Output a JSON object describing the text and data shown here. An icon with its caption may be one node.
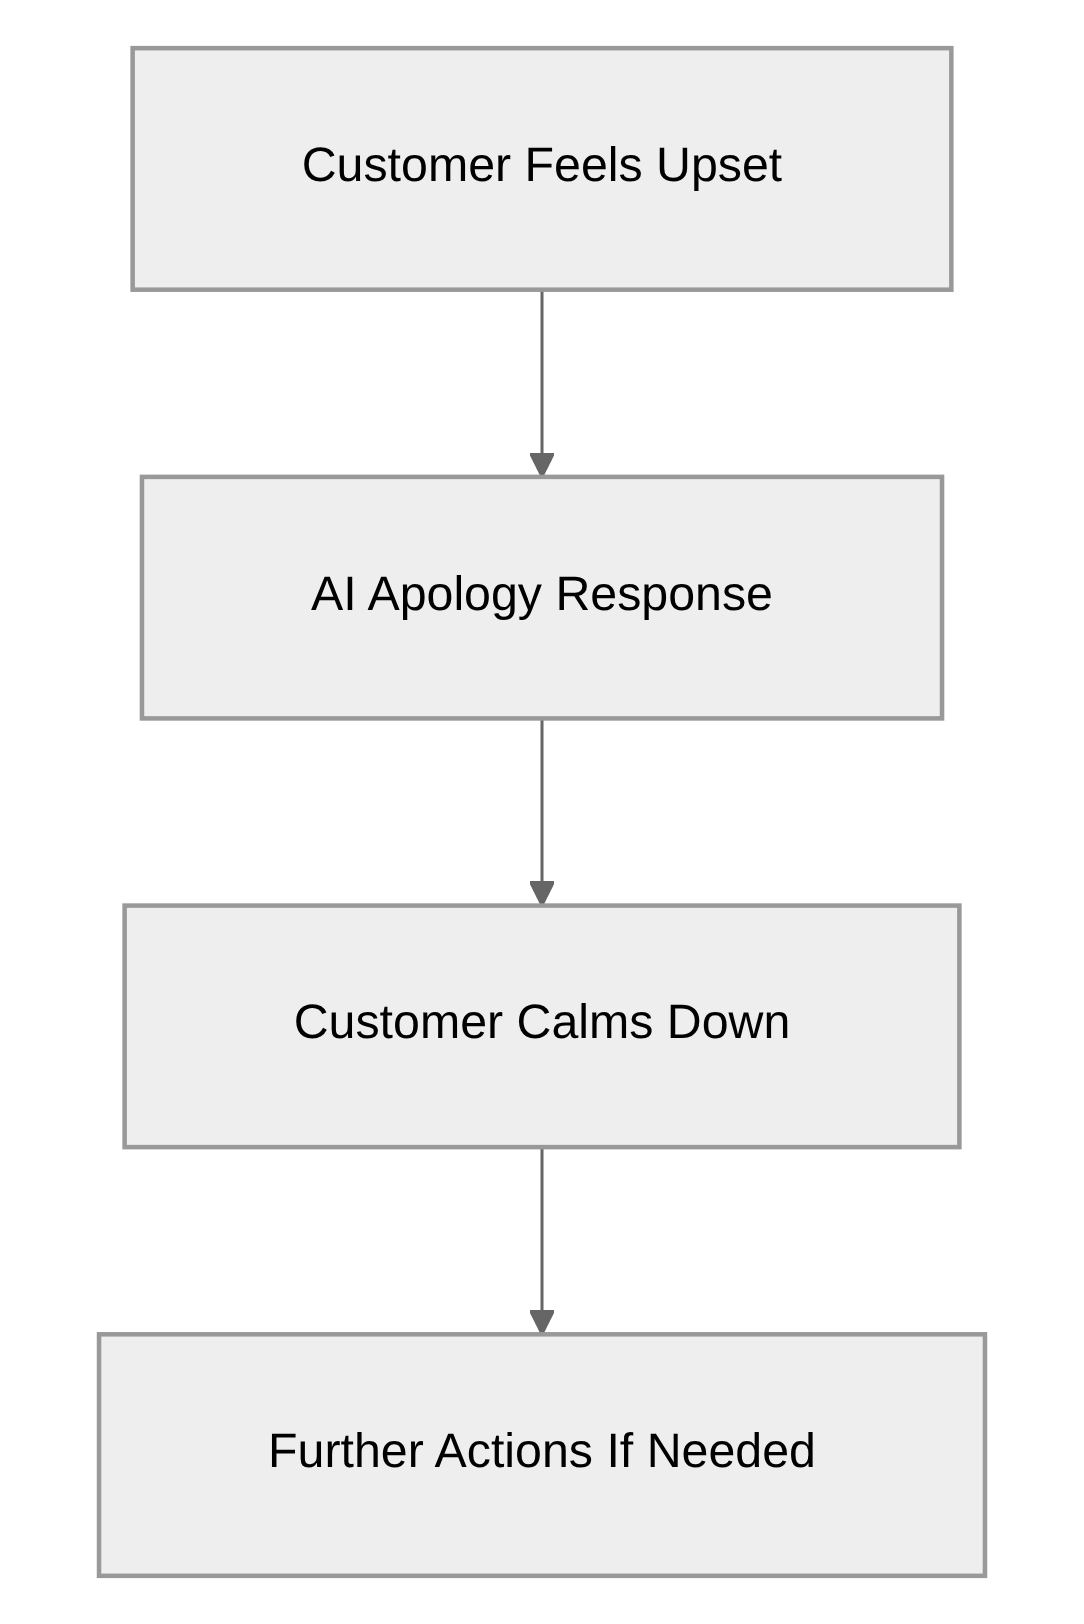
{
  "diagram": {
    "nodes": [
      {
        "text": [
          "Customer Feels Upset"
        ]
      },
      {
        "text": [
          "AI Apology Response"
        ]
      },
      {
        "text": [
          "Customer Calms Down"
        ]
      },
      {
        "text": [
          "Further Actions If Needed"
        ]
      }
    ],
    "edges": [
      {
        "from": 0,
        "to": 1,
        "arrow": "to"
      },
      {
        "from": 1,
        "to": 2,
        "arrow": "to"
      },
      {
        "from": 2,
        "to": 3,
        "arrow": "to"
      }
    ]
  }
}
